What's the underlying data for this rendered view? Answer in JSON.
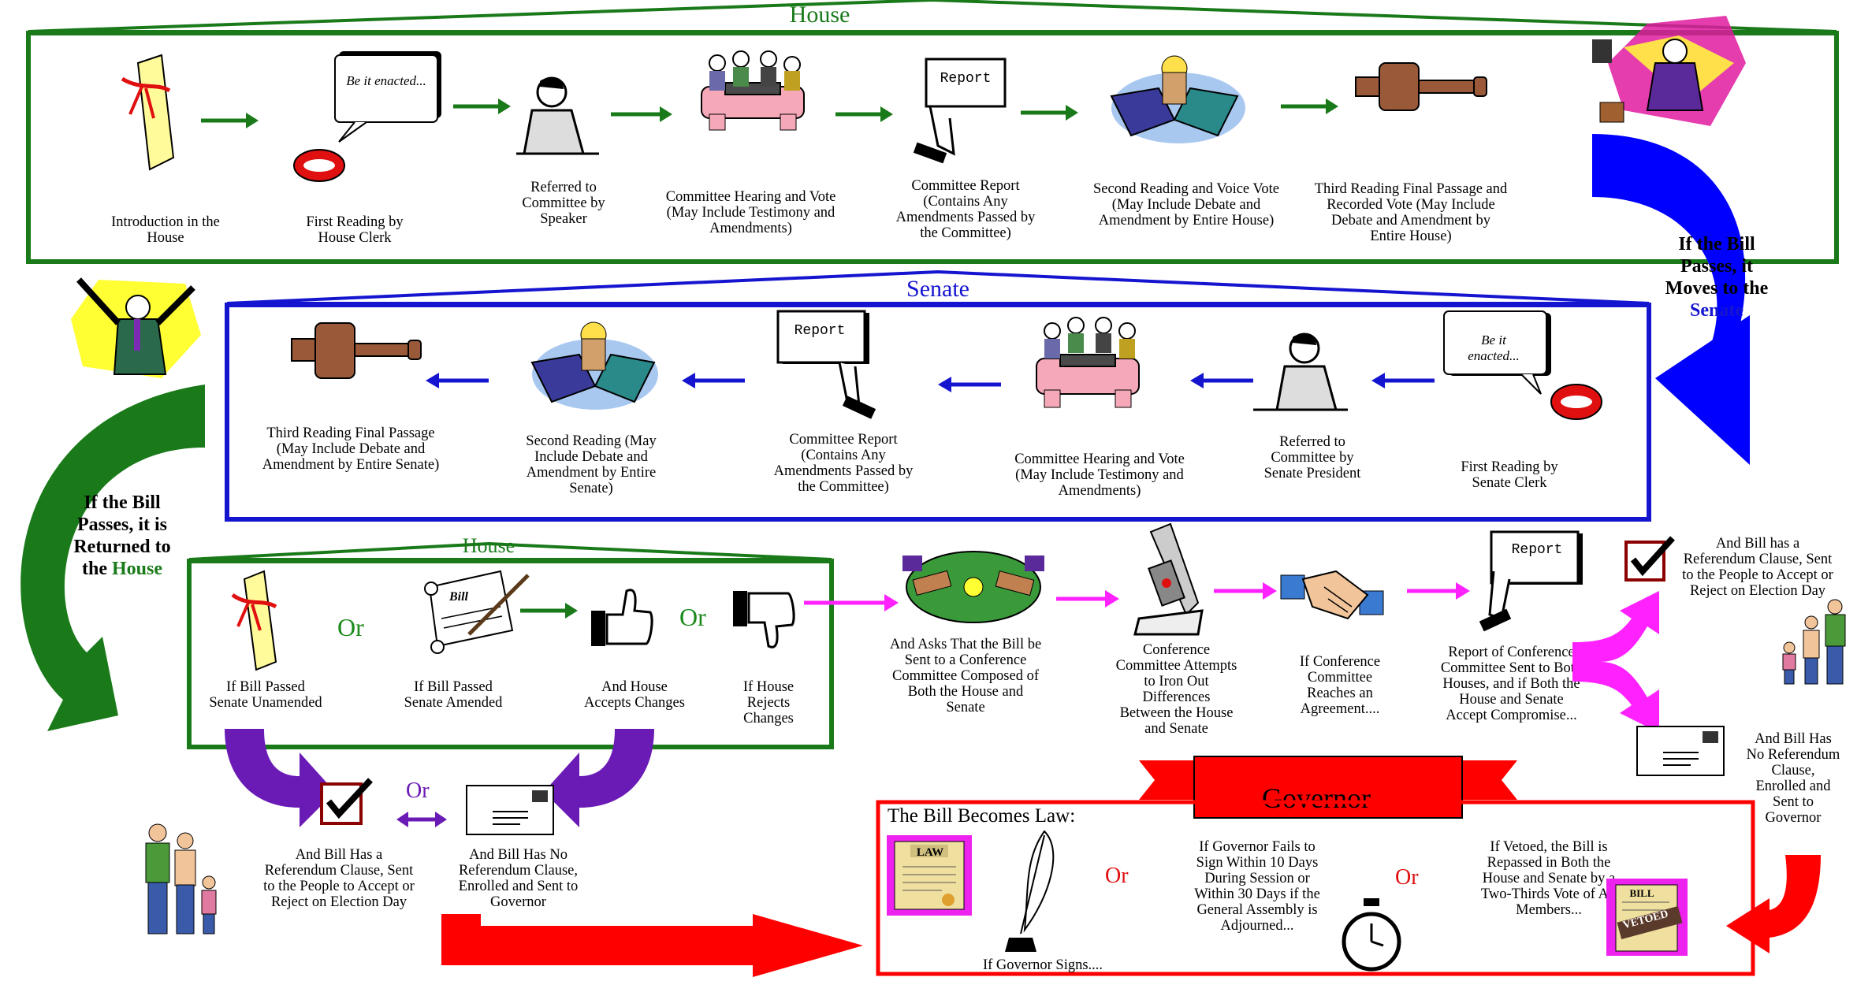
{
  "house_top": {
    "title": "House",
    "steps": [
      {
        "label": "Introduction in the House"
      },
      {
        "label": "First Reading by House Clerk",
        "bubble": "Be it enacted..."
      },
      {
        "label": "Referred to Committee by Speaker"
      },
      {
        "label": "Committee Hearing and Vote (May Include Testimony and Amendments)"
      },
      {
        "label": "Committee Report (Contains Any Amendments Passed by the Committee)",
        "card": "Report"
      },
      {
        "label": "Second Reading and Voice Vote (May Include Debate and Amendment by Entire House)"
      },
      {
        "label": "Third Reading Final Passage and Recorded Vote (May Include Debate and Amendment by Entire House)"
      }
    ]
  },
  "moves_to_senate": {
    "line1": "If the Bill",
    "line2": "Passes, it",
    "line3": "Moves to the",
    "line4": "Senate"
  },
  "senate": {
    "title": "Senate",
    "steps": [
      {
        "label": "Third Reading Final Passage (May Include Debate and Amendment by Entire Senate)"
      },
      {
        "label": "Second Reading (May Include Debate and Amendment by Entire Senate)"
      },
      {
        "label": "Committee Report (Contains Any Amendments Passed by the Committee)",
        "card": "Report"
      },
      {
        "label": "Committee Hearing and Vote (May Include Testimony and Amendments)"
      },
      {
        "label": "Referred to Committee by Senate President"
      },
      {
        "label": "First Reading by Senate Clerk",
        "bubble": "Be it enacted..."
      }
    ]
  },
  "returned_to_house": {
    "line1": "If the Bill",
    "line2": "Passes, it is",
    "line3": "Returned to",
    "line4a": "the",
    "line4b": "House"
  },
  "house_bottom": {
    "title": "House",
    "items": [
      {
        "label": "If Bill Passed Senate Unamended"
      },
      {
        "label": "If Bill Passed Senate Amended",
        "scroll_text": "Bill"
      },
      {
        "label": "And House Accepts Changes"
      },
      {
        "label": "If House Rejects Changes"
      }
    ],
    "or1": "Or",
    "or2": "Or"
  },
  "conference": {
    "step1": "And Asks That the Bill be Sent to a Conference Committee Composed of Both the House and Senate",
    "step2": "Conference Committee Attempts to Iron Out Differences Between the House and Senate",
    "step3": "If Conference Committee Reaches an Agreement....",
    "step4": "Report of Conference Committee Sent to Both Houses, and if Both the House and Senate Accept Compromise...",
    "report_card": "Report"
  },
  "right_outcomes": {
    "referendum": "And Bill has a Referendum Clause, Sent to the People to Accept or Reject on Election Day",
    "no_referendum": "And Bill Has No Referendum Clause, Enrolled and Sent to Governor"
  },
  "bottom_left": {
    "referendum": "And Bill Has a Referendum Clause, Sent to the People to Accept or Reject on Election Day",
    "no_referendum": "And Bill Has No Referendum Clause, Enrolled and Sent to Governor",
    "or": "Or"
  },
  "governor": {
    "banner": "Governor",
    "title": "The Bill Becomes Law:",
    "law_sign": "LAW",
    "signs": "If Governor Signs....",
    "or1": "Or",
    "fails": "If Governor Fails to Sign Within 10 Days During Session or Within 30 Days if the General Assembly is Adjourned...",
    "or2": "Or",
    "vetoed": "If Vetoed, the Bill is Repassed in Both the House and Senate by a Two-Thirds Vote of All Members...",
    "bill_label": "BILL",
    "veto_stamp": "VETOED"
  },
  "colors": {
    "house": "#1a7a1a",
    "senate": "#1515d0",
    "magenta": "#ff22ff",
    "red": "#ff0000",
    "purple": "#6a1bb5",
    "blue_arrow": "#0000ff"
  }
}
